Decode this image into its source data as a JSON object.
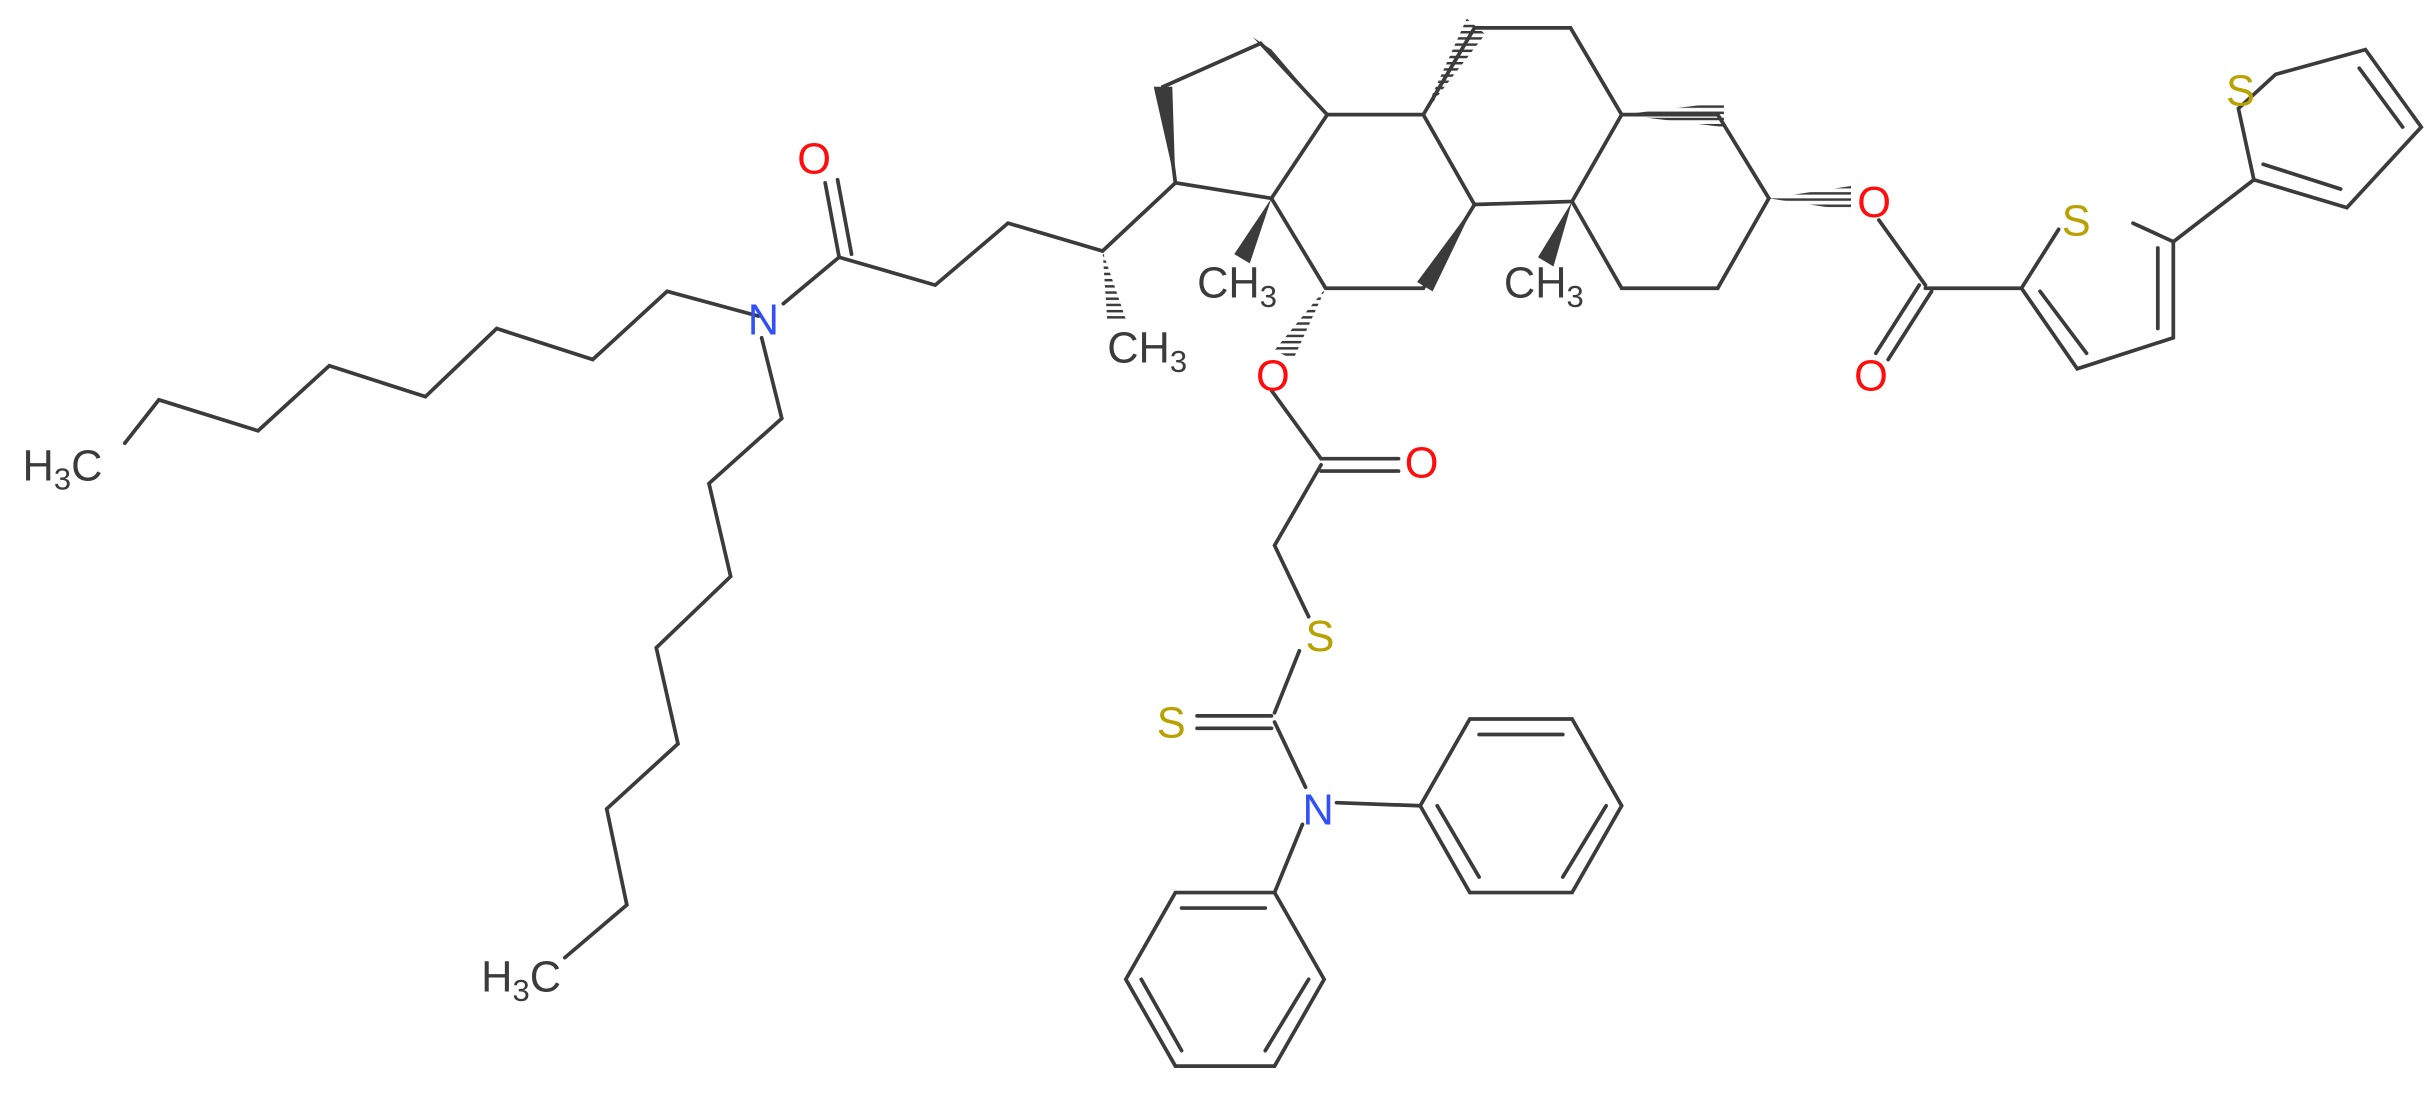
{
  "colors": {
    "bond": "#3b3b3b",
    "text": "#3b3b3b",
    "oxygen": "#ff0d0d",
    "nitrogen": "#3050f8",
    "sulfur": "#b8a100"
  },
  "atoms": {
    "o_amide": "O",
    "n_amide": "N",
    "h3c_octyl_a": "H3C",
    "h3c_octyl_b": "H3C",
    "ch3_side": "CH3",
    "ch3_c13": "CH3",
    "ch3_c10": "CH3",
    "o_c12": "O",
    "o_c12_carbonyl": "O",
    "s_thioether": "S",
    "s_thione": "S",
    "n_diphenyl": "N",
    "o_c3": "O",
    "o_c3_carbonyl": "O",
    "s_thiophene_1": "S",
    "s_thiophene_2": "S"
  }
}
